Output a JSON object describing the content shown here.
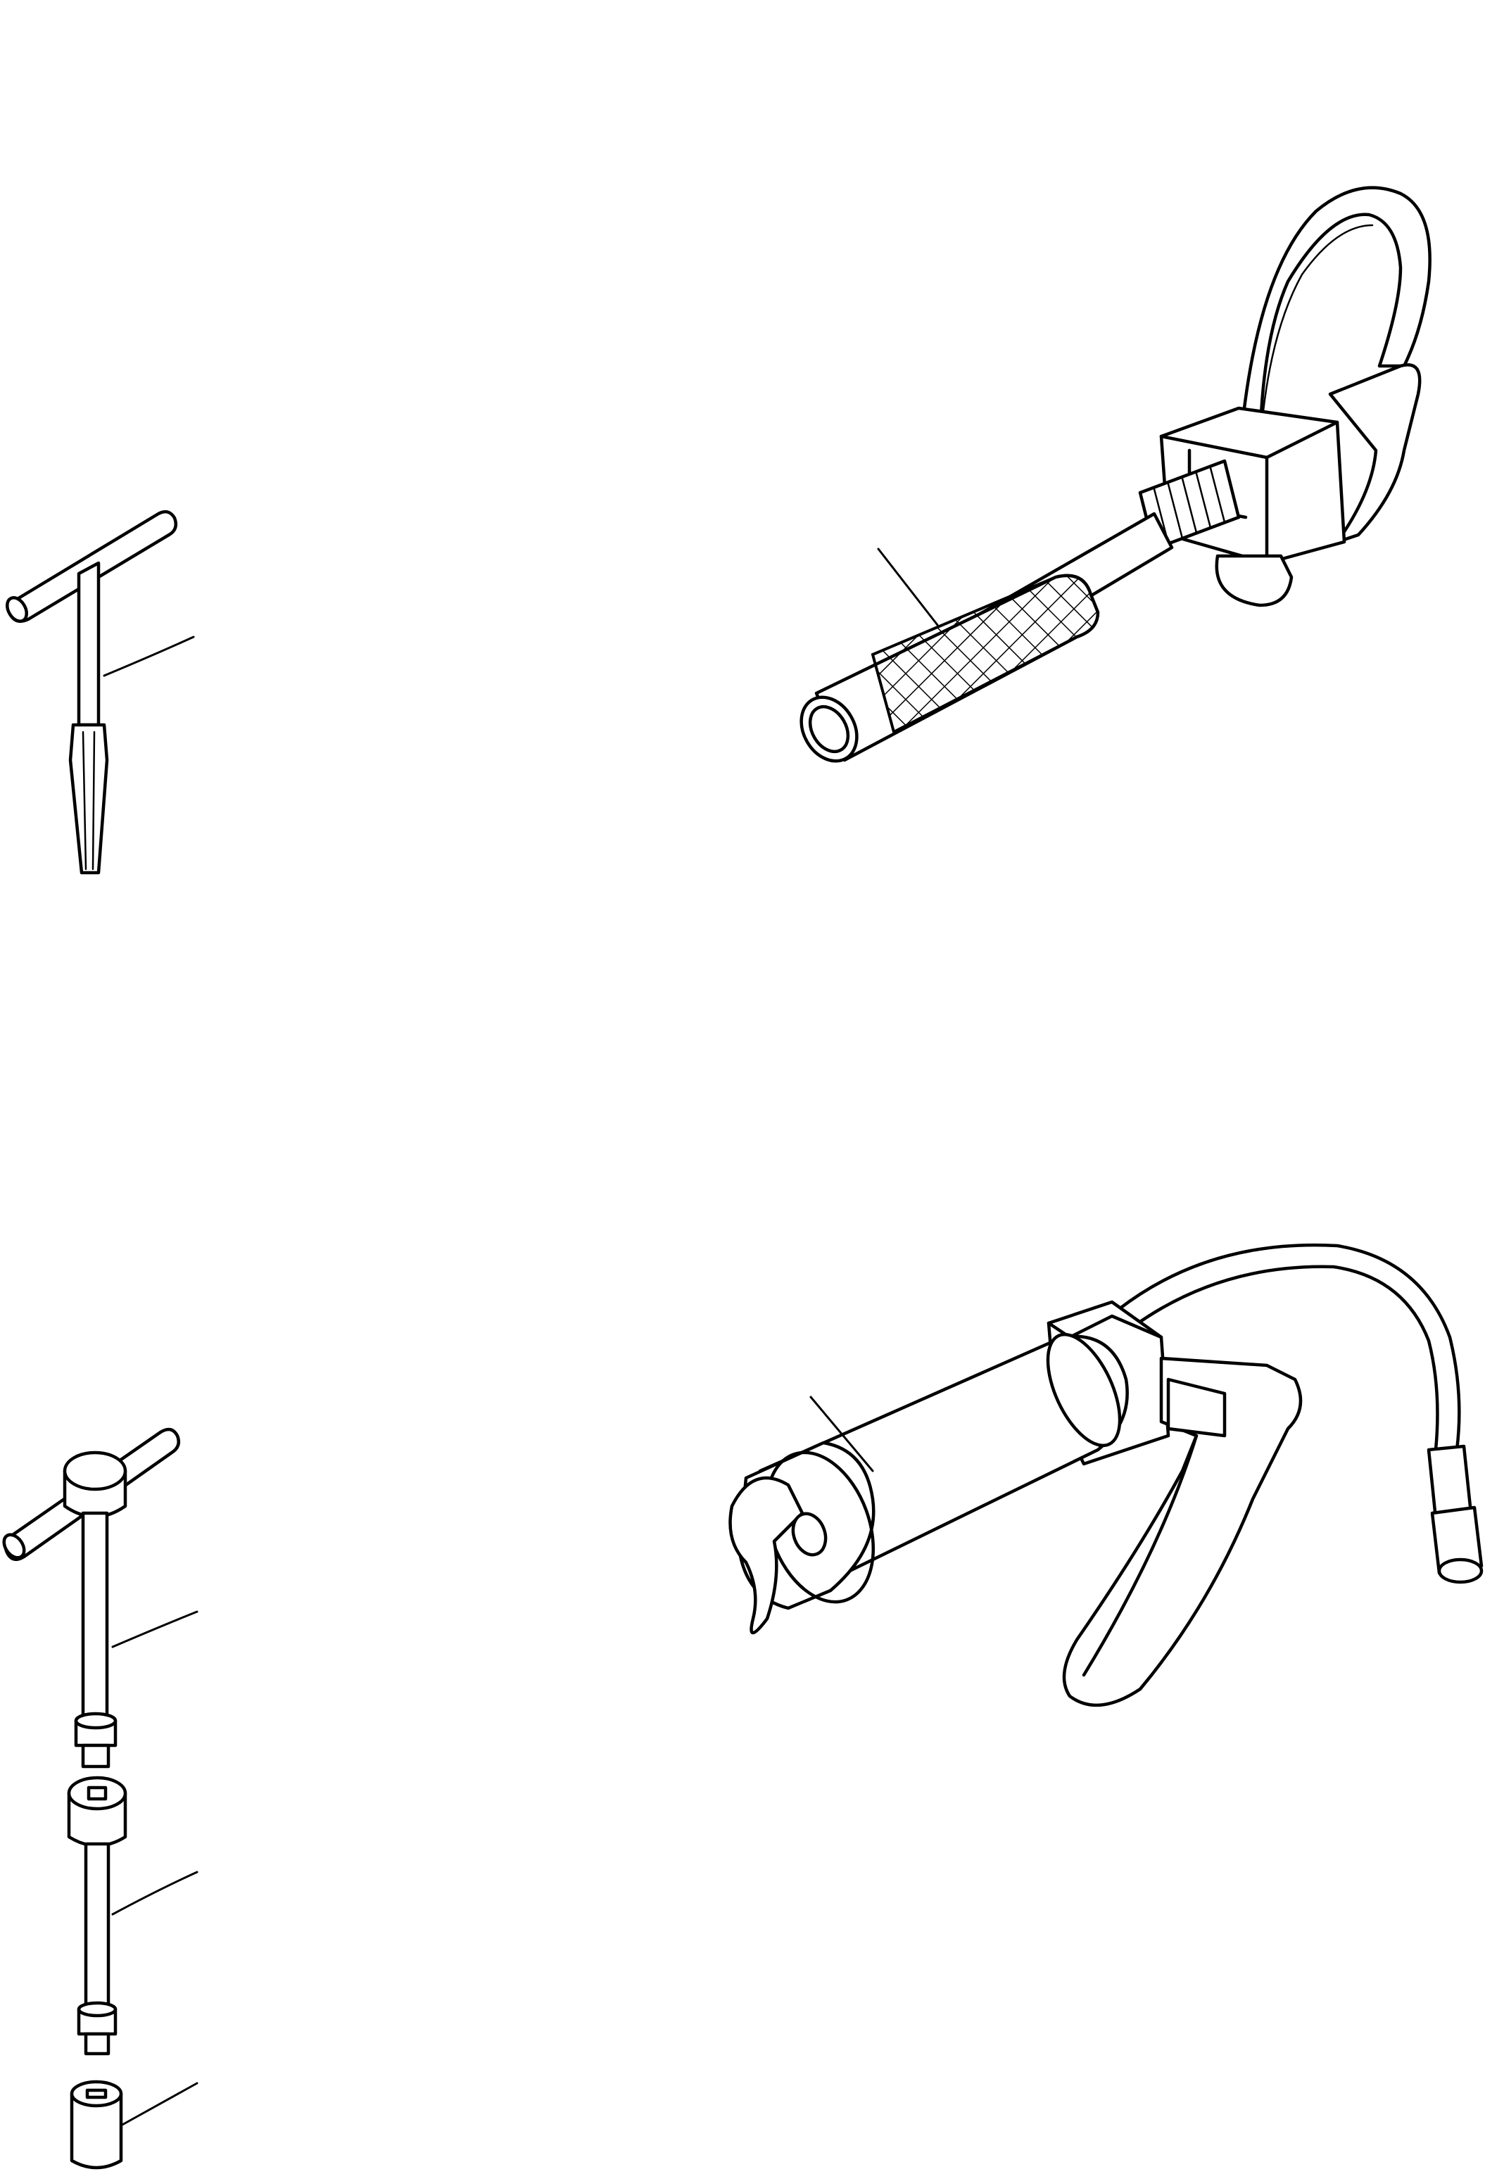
{
  "figure": {
    "background": "#ffffff",
    "line_color": "#000000",
    "tools": [
      {
        "id": "t-handle-wrench",
        "leader_label": ""
      },
      {
        "id": "slide-hammer-puller",
        "leader_label": ""
      },
      {
        "id": "t-handle-socket-set",
        "leader_label": ""
      },
      {
        "id": "extension-bar",
        "leader_label": ""
      },
      {
        "id": "socket",
        "leader_label": ""
      },
      {
        "id": "grease-gun",
        "leader_label": ""
      }
    ]
  }
}
